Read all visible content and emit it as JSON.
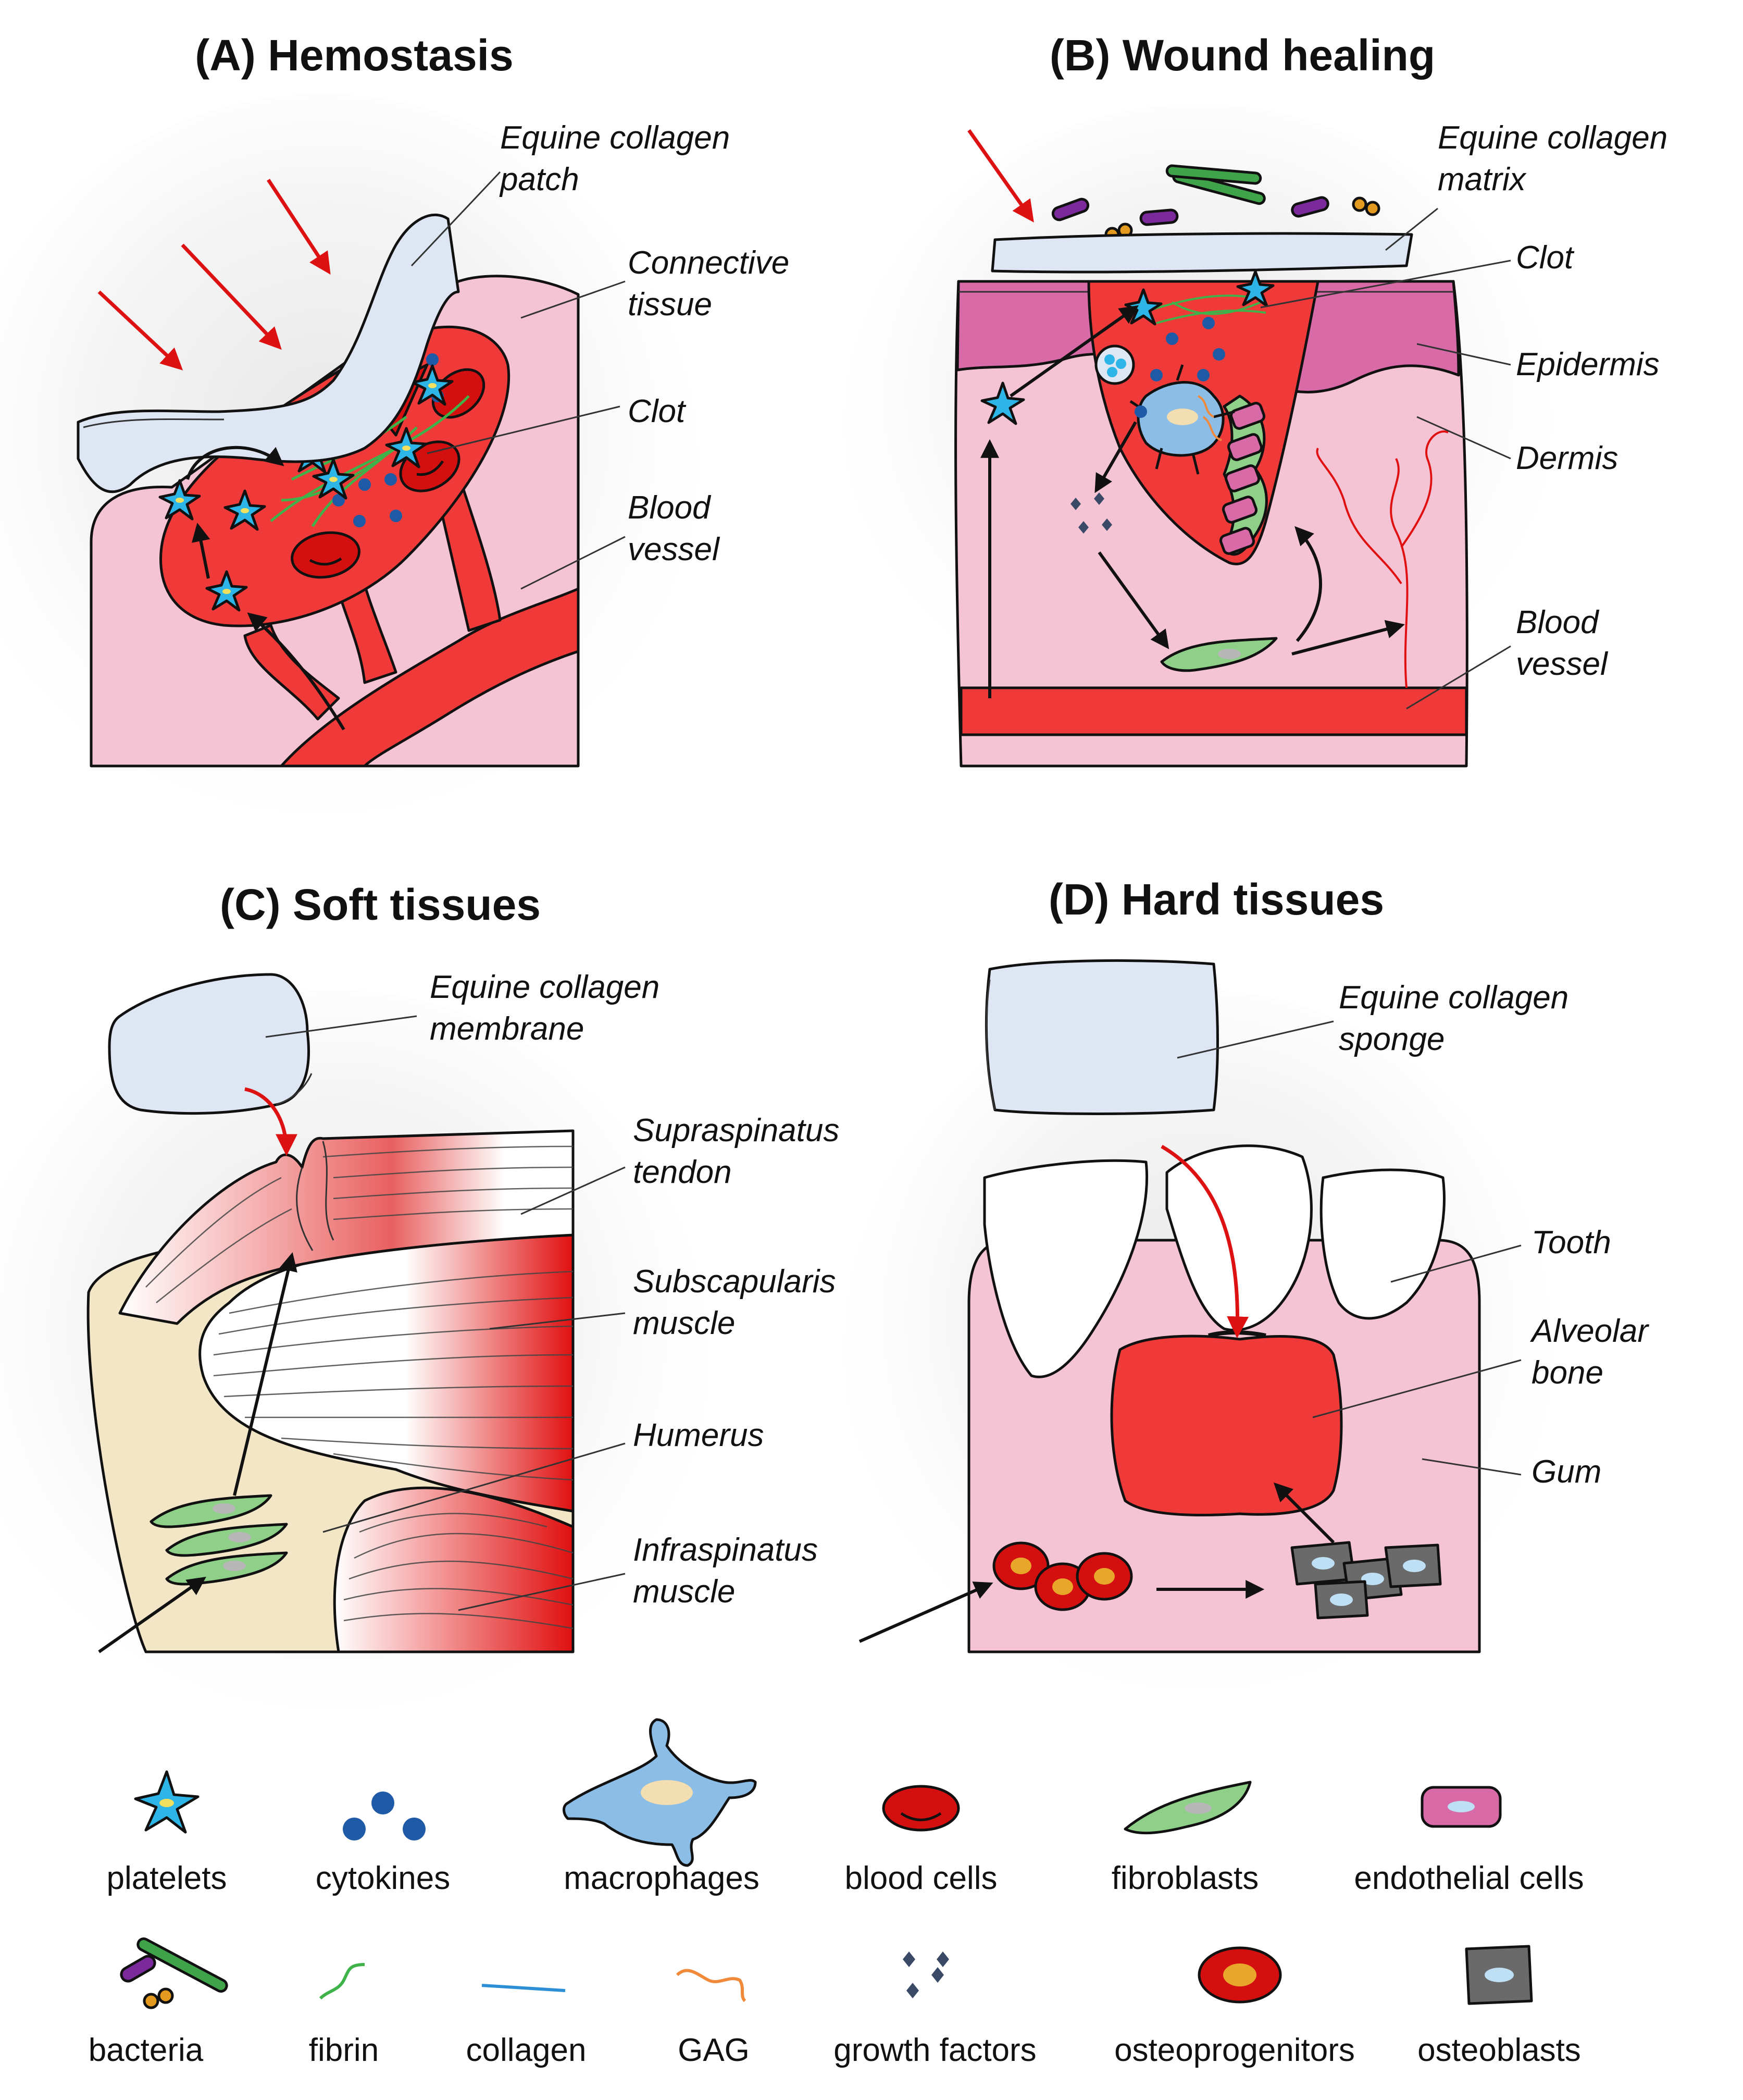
{
  "panels": {
    "a": {
      "title": "(A) Hemostasis",
      "labels": {
        "patch": [
          "Equine collagen",
          "patch"
        ],
        "connective": [
          "Connective",
          "tissue"
        ],
        "clot": [
          "Clot"
        ],
        "vessel": [
          "Blood",
          "vessel"
        ]
      }
    },
    "b": {
      "title": "(B) Wound healing",
      "labels": {
        "matrix": [
          "Equine collagen",
          "matrix"
        ],
        "clot": [
          "Clot"
        ],
        "epidermis": [
          "Epidermis"
        ],
        "dermis": [
          "Dermis"
        ],
        "vessel": [
          "Blood",
          "vessel"
        ]
      }
    },
    "c": {
      "title": "(C) Soft tissues",
      "labels": {
        "membrane": [
          "Equine collagen",
          "membrane"
        ],
        "supraspinatus": [
          "Supraspinatus",
          "tendon"
        ],
        "subscapularis": [
          "Subscapularis",
          "muscle"
        ],
        "humerus": [
          "Humerus"
        ],
        "infraspinatus": [
          "Infraspinatus",
          "muscle"
        ]
      }
    },
    "d": {
      "title": "(D) Hard tissues",
      "labels": {
        "sponge": [
          "Equine collagen",
          "sponge"
        ],
        "tooth": [
          "Tooth"
        ],
        "bone": [
          "Alveolar",
          "bone"
        ],
        "gum": [
          "Gum"
        ]
      }
    }
  },
  "legend": {
    "row1": [
      "platelets",
      "cytokines",
      "macrophages",
      "blood cells",
      "fibroblasts",
      "endothelial cells"
    ],
    "row2": [
      "bacteria",
      "fibrin",
      "collagen",
      "GAG",
      "growth factors",
      "osteoprogenitors",
      "osteoblasts"
    ]
  },
  "colors": {
    "tissue_pink": "#f5c4d4",
    "clot_red": "#f03a3a",
    "blood_red": "#d40f0f",
    "collagen_blue": "#dde6f2",
    "epidermis": "#d86aa8",
    "fibroblast_green": "#8fd089",
    "bone_beige": "#f2e6c6",
    "platelet_blue": "#2db5e8",
    "cytokine_blue": "#1f5aa6",
    "macrophage_blue": "#8cbde6",
    "bacteria_purple": "#7a2a9a",
    "bacteria_green": "#3fa34a",
    "bacteria_orange": "#e39a1e",
    "fibrin_green": "#3fb34a",
    "collagen_line": "#2c8fd6",
    "gag_orange": "#f08a3a",
    "growth_factor": "#3a4a66",
    "osteoblast_grey": "#6a6a6a",
    "arrow_red": "#dd1111"
  }
}
